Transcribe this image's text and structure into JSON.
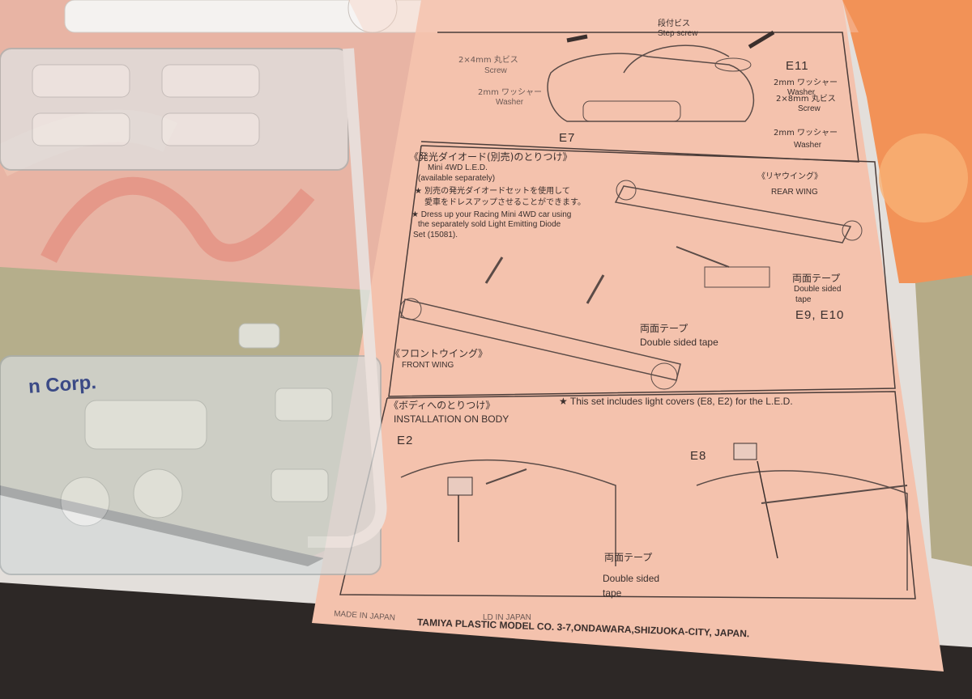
{
  "scene": {
    "colors": {
      "table": "#ece9e6",
      "mat_pink": "#e9b3a1",
      "mat_green": "#b1ab86",
      "mat_orange": "#f0935a",
      "paper": "#f5c5b1",
      "ink": "#3a2f2d",
      "plastic": "#d9dcdc"
    }
  },
  "sheet": {
    "top": {
      "label_e11": "E11",
      "label_e7": "E7",
      "jp_stop_screw": "段付ビス",
      "stop_screw": "Step screw",
      "screw_left": "2×4mm 丸ビス",
      "screw_left_en": "Screw",
      "washer_left": "2mm ワッシャー",
      "washer_left_en": "Washer",
      "washer_right": "2mm ワッシャー",
      "washer_right_en": "Washer",
      "screw_right": "2×8mm 丸ビス",
      "screw_right_en": "Screw",
      "washer_bottom": "2mm ワッシャー",
      "washer_bottom_en": "Washer"
    },
    "led": {
      "title_jp": "《発光ダイオード(別売)のとりつけ》",
      "title_en1": "Mini 4WD L.E.D.",
      "title_en2": "(available separately)",
      "note_jp1": "★ 別売の発光ダイオードセットを使用して",
      "note_jp2": "愛車をドレスアップさせることができます。",
      "note_en1": "★ Dress up your Racing Mini 4WD car using",
      "note_en2": "the separately sold Light Emitting Diode",
      "note_en3": "Set (15081).",
      "rear_wing_jp": "《リヤウイング》",
      "rear_wing_en": "REAR WING",
      "tape_jp_rear": "両面テープ",
      "tape_en_rear1": "Double sided",
      "tape_en_rear2": "tape",
      "label_e9_e10": "E9, E10",
      "tape_jp_front": "両面テープ",
      "tape_en_front": "Double sided tape",
      "front_wing_jp": "《フロントウイング》",
      "front_wing_en": "FRONT WING"
    },
    "body": {
      "title_jp": "《ボディへのとりつけ》",
      "title_en": "INSTALLATION ON BODY",
      "note": "★ This set includes light covers (E8, E2) for the L.E.D.",
      "label_e2": "E2",
      "label_e8": "E8",
      "tape_jp": "両面テープ",
      "tape_en1": "Double sided",
      "tape_en2": "tape"
    },
    "footer": "TAMIYA PLASTIC MODEL CO. 3-7,ONDAWARA,SHIZUOKA-CITY, JAPAN.",
    "margin_print_1": "MADE IN JAPAN",
    "margin_print_2": "LD IN JAPAN"
  },
  "mat": {
    "logo_fragment": "n Corp."
  }
}
